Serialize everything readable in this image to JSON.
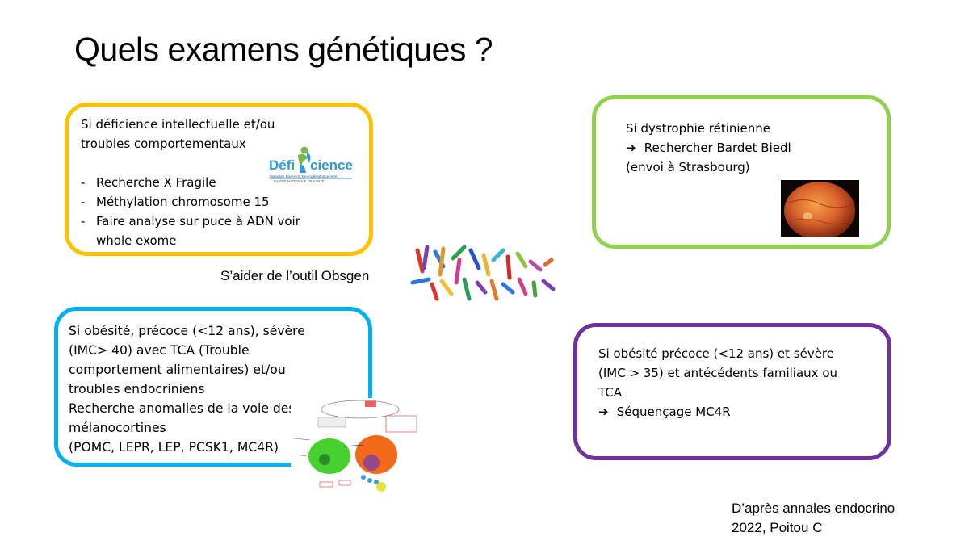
{
  "slide": {
    "title": "Quels examens génétiques ?",
    "box_yellow": {
      "line1": "Si déficience intellectuelle et/ou",
      "line2": "troubles comportementaux",
      "bullets": [
        "Recherche X Fragile",
        "Méthylation chromosome 15",
        "Faire analyse sur puce à ADN voir"
      ],
      "bullet3_cont": "whole exome",
      "logo": {
        "brand_a": "Défi",
        "brand_b": "cience",
        "sub1": "Maladies Rares du Neurodéveloppement",
        "sub2": "FILIÈRE NATIONALE DE SANTÉ"
      }
    },
    "box_green": {
      "line1": "Si dystrophie rétinienne",
      "line2": "Rechercher Bardet Biedl",
      "line3": "(envoi à Strasbourg)"
    },
    "obsgen_text": "S’aider de l’outil Obsgen",
    "box_blue": {
      "lines": [
        "Si obésité, précoce (<12 ans), sévère",
        "(IMC> 40) avec TCA (Trouble",
        "comportement alimentaires) et/ou",
        "troubles endocriniens",
        "Recherche anomalies de la voie des",
        "mélanocortines",
        "(POMC, LEPR, LEP, PCSK1, MC4R)"
      ]
    },
    "box_purple": {
      "lines": [
        "Si obésité précoce (<12 ans) et sévère",
        "(IMC > 35) et antécédents familiaux ou",
        "TCA"
      ],
      "arrow_line": "Séquençage MC4R"
    },
    "source": {
      "line1": "D’après annales endocrino",
      "line2": "2022, Poitou C"
    },
    "colors": {
      "yellow": "#FFC000",
      "green": "#92D050",
      "blue": "#00B0F0",
      "purple": "#7030A0"
    }
  }
}
